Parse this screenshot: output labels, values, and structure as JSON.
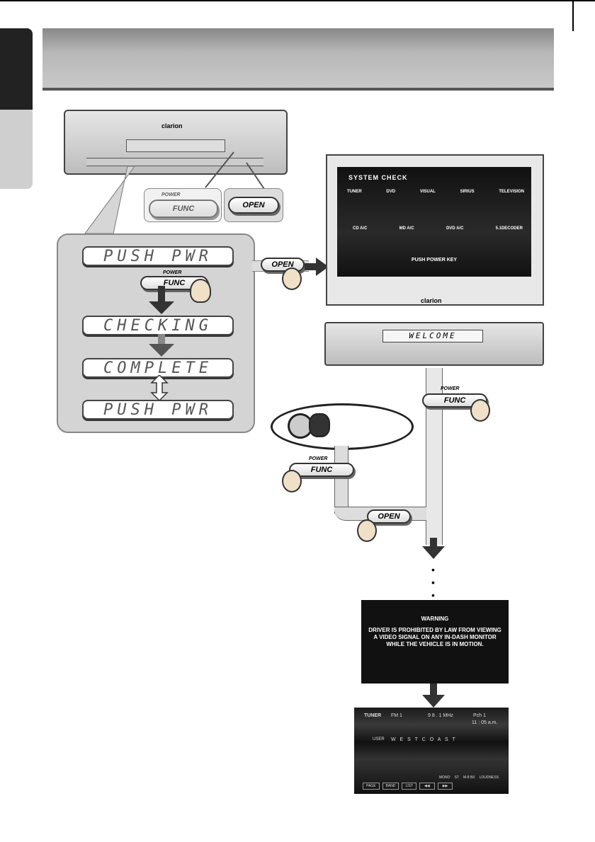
{
  "lcd_panel": {
    "states": [
      "PUSH PWR",
      "CHECKING",
      "COMPLETE",
      "PUSH PWR"
    ]
  },
  "buttons": {
    "power_label": "POWER",
    "func_label": "FUNC",
    "open_label": "OPEN"
  },
  "stereo_unit": {
    "brand": "clarion",
    "display_text": "WELCOME"
  },
  "system_check": {
    "title": "SYSTEM CHECK",
    "items_row1": [
      "TUNER",
      "DVD",
      "VISUAL",
      "SIRIUS",
      "TELEVISION"
    ],
    "items_row2": [
      "CD A/C",
      "MD A/C",
      "DVD A/C",
      "5.1DECODER"
    ],
    "footer": "PUSH POWER KEY"
  },
  "warning_screen": {
    "title": "WARNING",
    "lines": [
      "DRIVER IS PROHIBITED BY LAW FROM VIEWING",
      "A VIDEO SIGNAL ON ANY IN-DASH MONITOR",
      "WHILE THE VEHICLE IS IN MOTION."
    ]
  },
  "tuner_screen": {
    "source": "TUNER",
    "band": "FM 1",
    "frequency": "9 8 . 1 MHz",
    "channel": "Pch 1",
    "clock": "11 : 05 a.m.",
    "user_label": "USER",
    "station_name": "W E S T  C O A S T",
    "status": [
      "MONO",
      "ST",
      "M-8 BX",
      "LOUDNESS"
    ],
    "softkeys": [
      "PAGE",
      "BAND",
      "LIST",
      "◀◀",
      "▶▶"
    ]
  },
  "colors": {
    "arrow": "#333",
    "panel": "#d4d4d4",
    "header": "#b5b5b5"
  }
}
